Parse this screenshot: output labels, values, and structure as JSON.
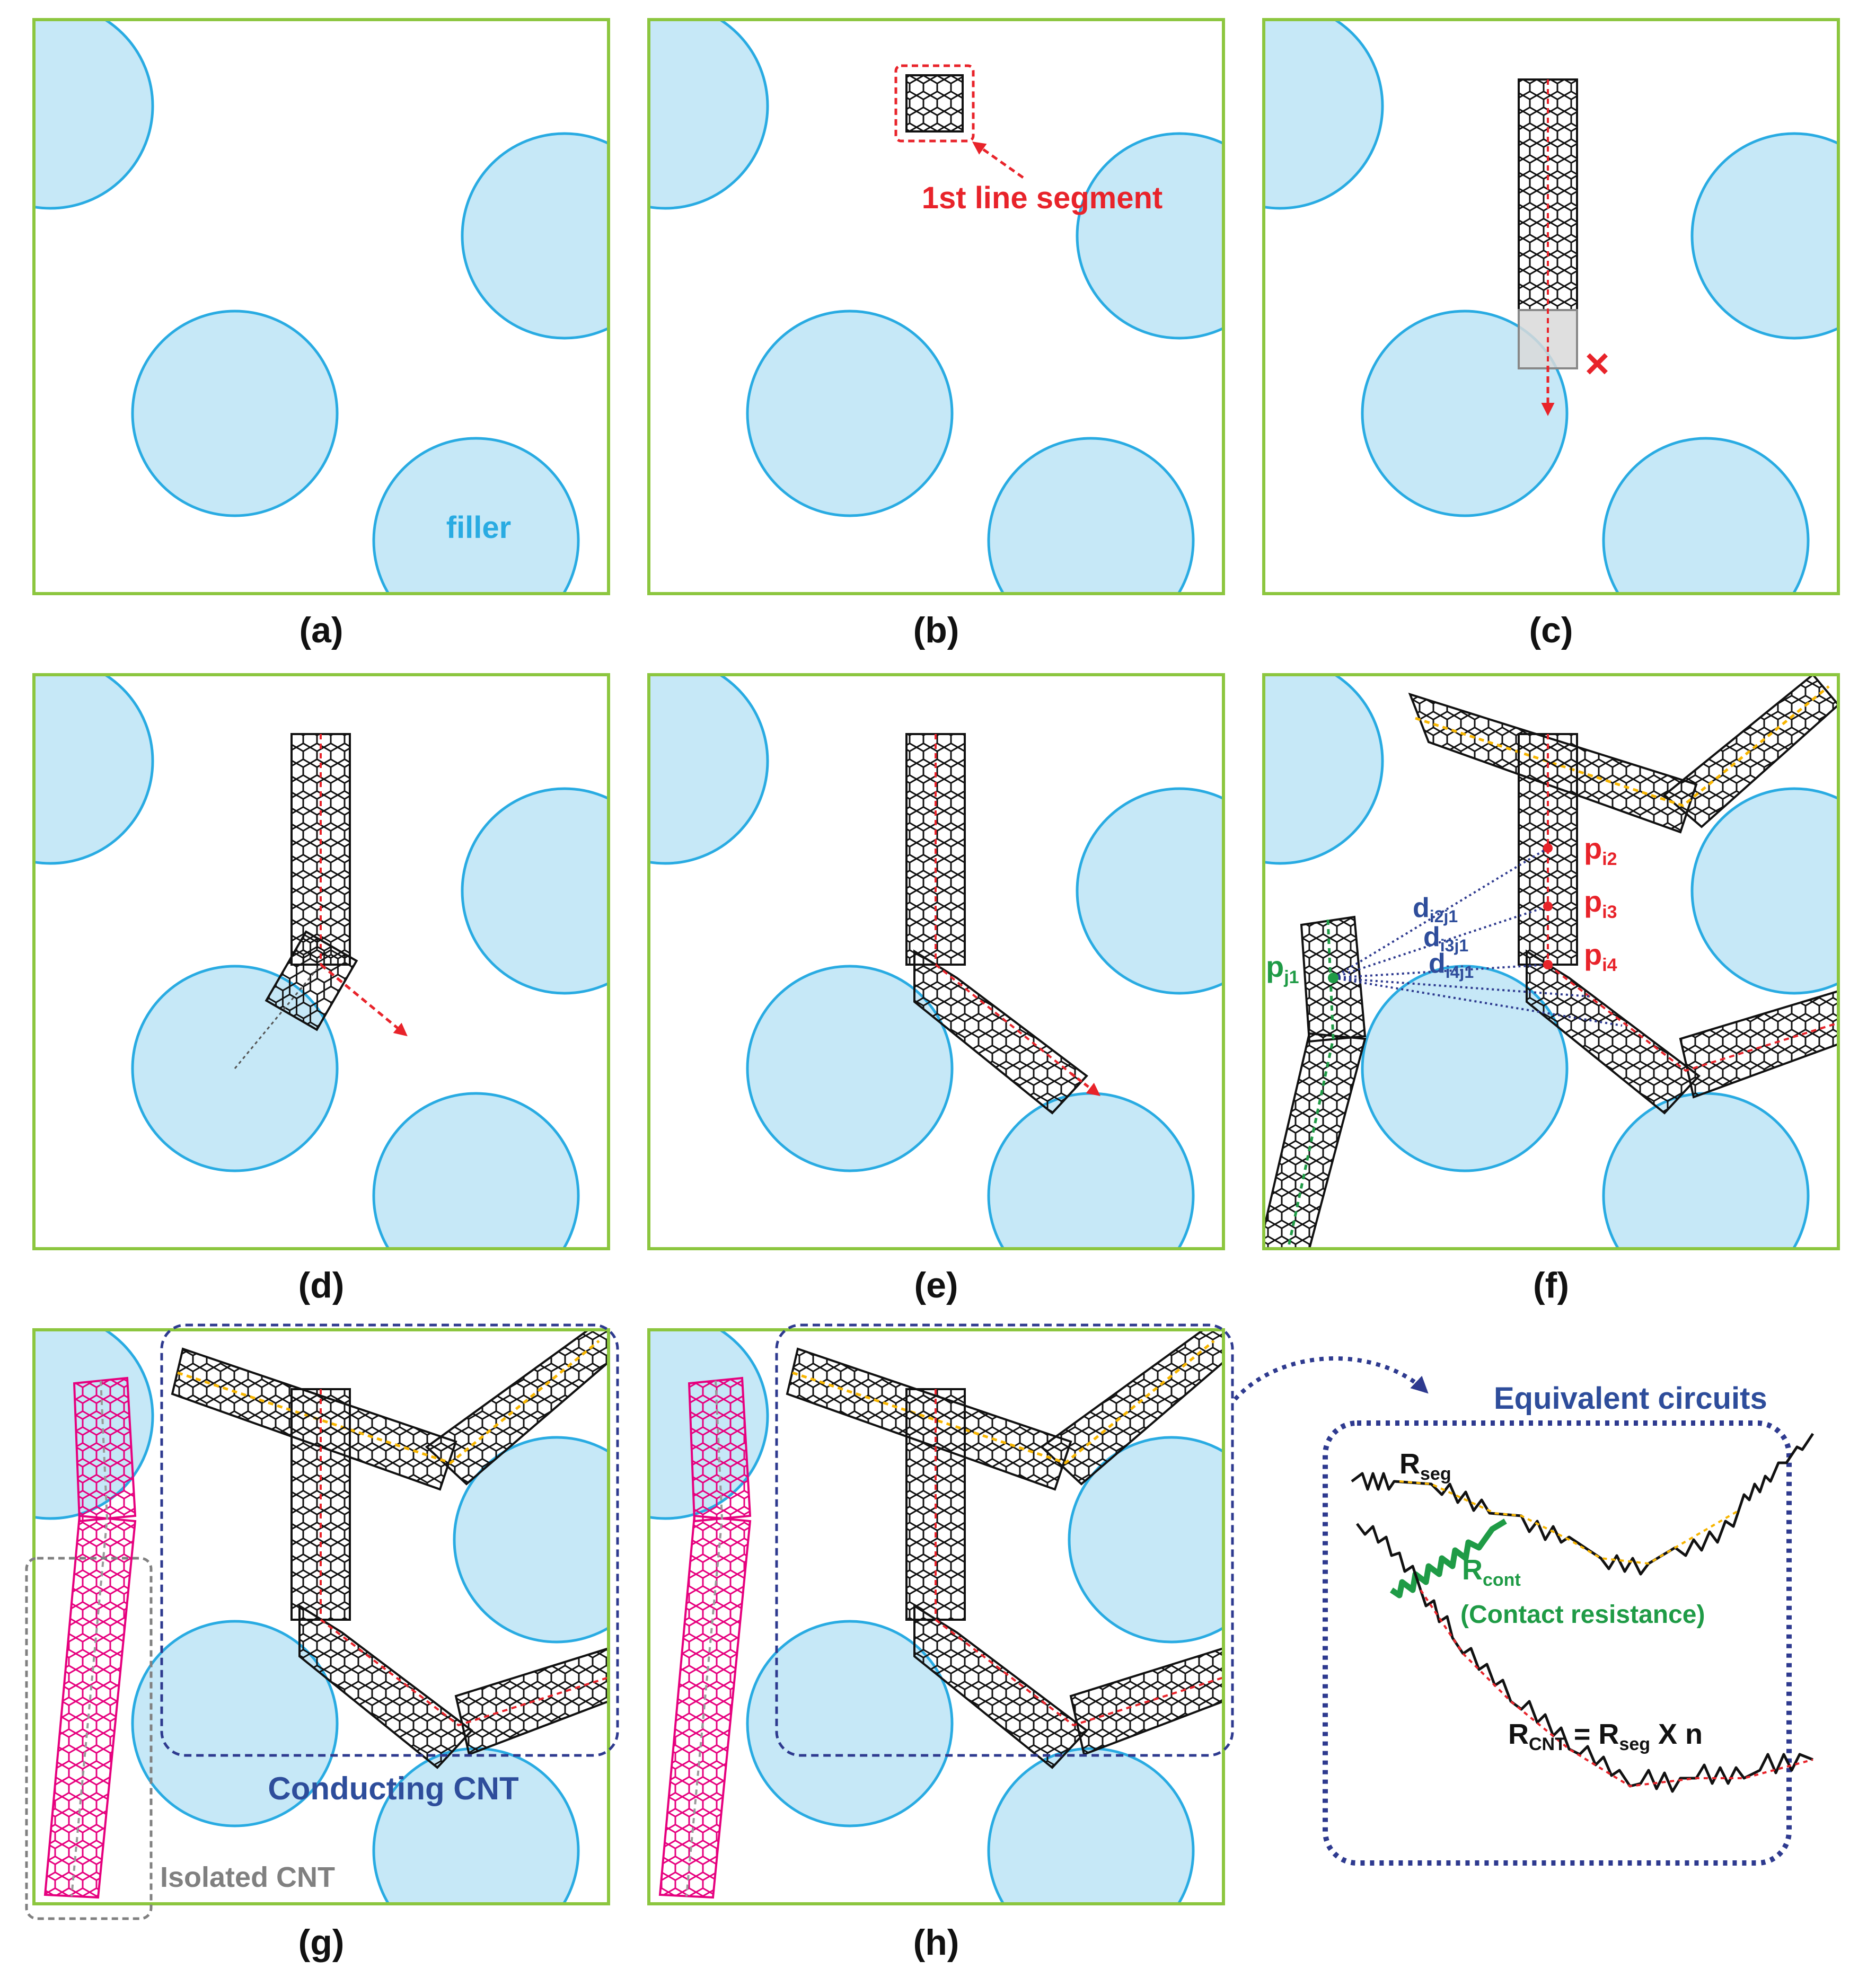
{
  "colors": {
    "frame": "#8CC63F",
    "filler_fill": "#C6E8F7",
    "filler_stroke": "#29ABE2",
    "cnt_red": "#E8232A",
    "cnt_orange": "#F7B500",
    "cnt_green": "#1F9B46",
    "isolated": "#E6007E",
    "circuit_blue": "#2E3A8F",
    "label_blue": "#2E4D9B",
    "gray": "#808080"
  },
  "panels": [
    {
      "id": "a",
      "caption": "(a)"
    },
    {
      "id": "b",
      "caption": "(b)"
    },
    {
      "id": "c",
      "caption": "(c)"
    },
    {
      "id": "d",
      "caption": "(d)"
    },
    {
      "id": "e",
      "caption": "(e)"
    },
    {
      "id": "f",
      "caption": "(f)"
    },
    {
      "id": "g",
      "caption": "(g)"
    },
    {
      "id": "h",
      "caption": "(h)"
    }
  ],
  "labels": {
    "filler": "filler",
    "first_segment": "1st line segment",
    "reject_mark": "×",
    "p_i2": "i2",
    "p_i3": "i3",
    "p_i4": "i4",
    "p_j1": "j1",
    "p": "p",
    "d": "d",
    "d_i2j1": "i2j1",
    "d_i3j1": "i3j1",
    "d_i4j1": "i4j1",
    "conducting_cnt": "Conducting CNT",
    "isolated_cnt": "Isolated CNT",
    "equivalent_circuits": "Equivalent circuits",
    "r": "R",
    "r_seg_sub": "seg",
    "r_cont_sub": "cont",
    "contact_resistance": "(Contact resistance)",
    "r_cnt_sub": "CNT",
    "r_cnt_formula": " = R",
    "r_cnt_tail": " X n"
  }
}
